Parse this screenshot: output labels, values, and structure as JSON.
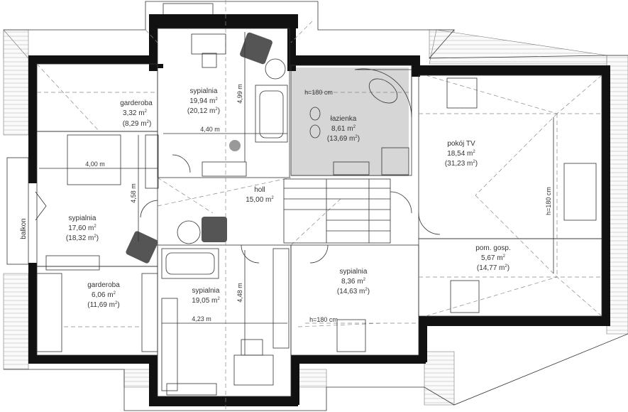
{
  "rooms": {
    "garderoba_left": {
      "name": "garderoba",
      "area": "3,32 m",
      "area_roof": "(8,29 m",
      "close": ")"
    },
    "sypialnia_top": {
      "name": "sypialnia",
      "area": "19,94 m",
      "area_roof": "(20,12 m",
      "close": ")"
    },
    "lazienka": {
      "name": "łazienka",
      "area": "8,61 m",
      "area_roof": "(13,69 m",
      "close": ")"
    },
    "pokoj_tv": {
      "name": "pokój TV",
      "area": "18,54 m",
      "area_roof": "(31,23 m",
      "close": ")"
    },
    "sypialnia_left": {
      "name": "sypialnia",
      "area": "17,60 m",
      "area_roof": "(18,32 m",
      "close": ")"
    },
    "holl": {
      "name": "holl",
      "area": "15,00 m"
    },
    "pom_gosp": {
      "name": "pom. gosp.",
      "area": "5,67 m",
      "area_roof": "(14,77 m",
      "close": ")"
    },
    "garderoba_bottom": {
      "name": "garderoba",
      "area": "6,06 m",
      "area_roof": "(11,69 m",
      "close": ")"
    },
    "sypialnia_bottom": {
      "name": "sypialnia",
      "area": "19,05 m"
    },
    "sypialnia_right": {
      "name": "sypialnia",
      "area": "8,36 m",
      "area_roof": "(14,63 m",
      "close": ")"
    },
    "balkon": {
      "name": "balkon"
    },
    "sq": "2"
  },
  "dimensions": {
    "d440": "4,40 m",
    "d499": "4,99 m",
    "d400": "4,00 m",
    "d458": "4,58 m",
    "d448": "4,48 m",
    "d423": "4,23 m",
    "h180_bath": "h=180 cm",
    "h180_right": "h=180 cm",
    "h180_bottom": "h=180 cm"
  }
}
